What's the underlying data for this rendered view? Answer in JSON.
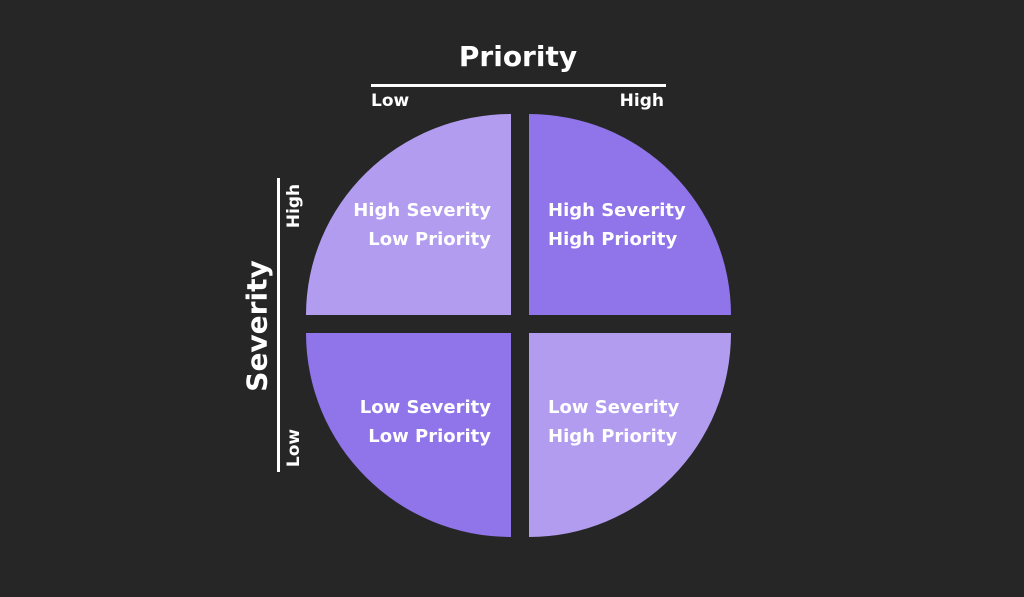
{
  "axes": {
    "priority": {
      "title": "Priority",
      "low_label": "Low",
      "high_label": "High"
    },
    "severity": {
      "title": "Severity",
      "low_label": "Low",
      "high_label": "High"
    }
  },
  "quadrants": {
    "top_left": {
      "line1": "High Severity",
      "line2": "Low Priority",
      "color": "#b19cf0"
    },
    "top_right": {
      "line1": "High Severity",
      "line2": "High Priority",
      "color": "#8f74ea"
    },
    "bottom_left": {
      "line1": "Low Severity",
      "line2": "Low Priority",
      "color": "#8f74ea"
    },
    "bottom_right": {
      "line1": "Low Severity",
      "line2": "High Priority",
      "color": "#b19cf0"
    }
  },
  "colors": {
    "background": "#262626",
    "text": "#ffffff"
  }
}
